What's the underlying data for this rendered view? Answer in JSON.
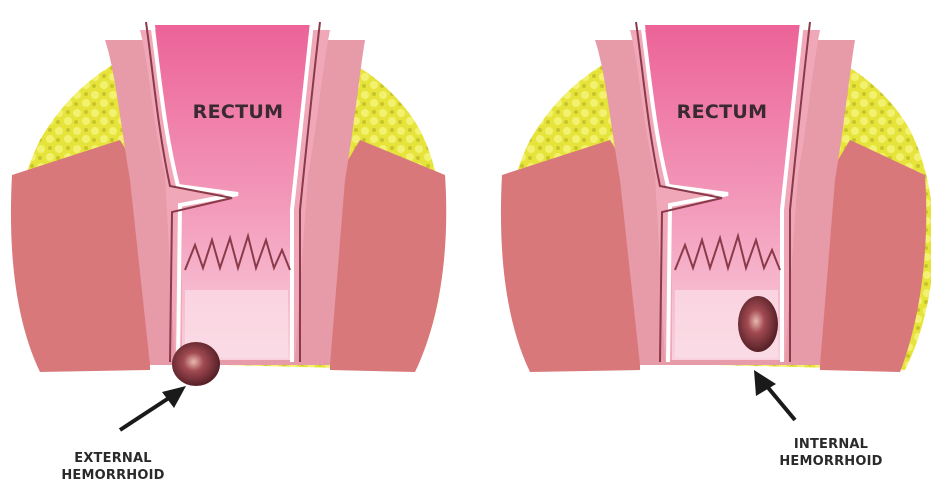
{
  "panels": [
    {
      "rectum_label": "RECTUM",
      "hemorrhoid_label_line1": "EXTERNAL",
      "hemorrhoid_label_line2": "HEMORRHOID"
    },
    {
      "rectum_label": "RECTUM",
      "hemorrhoid_label_line1": "INTERNAL",
      "hemorrhoid_label_line2": "HEMORRHOID"
    }
  ],
  "colors": {
    "fat": "#e6e43a",
    "fat_dark": "#c9c62a",
    "muscle": "#d9787a",
    "wall_outer": "#e79aa8",
    "wall_inner": "#f2b2c2",
    "lumen": "#f06fa0",
    "lumen_light": "#f7b8cc",
    "wall_line": "#8a3a4a",
    "hemorrhoid": "#7a2e36",
    "arrow": "#1a1a1a"
  }
}
